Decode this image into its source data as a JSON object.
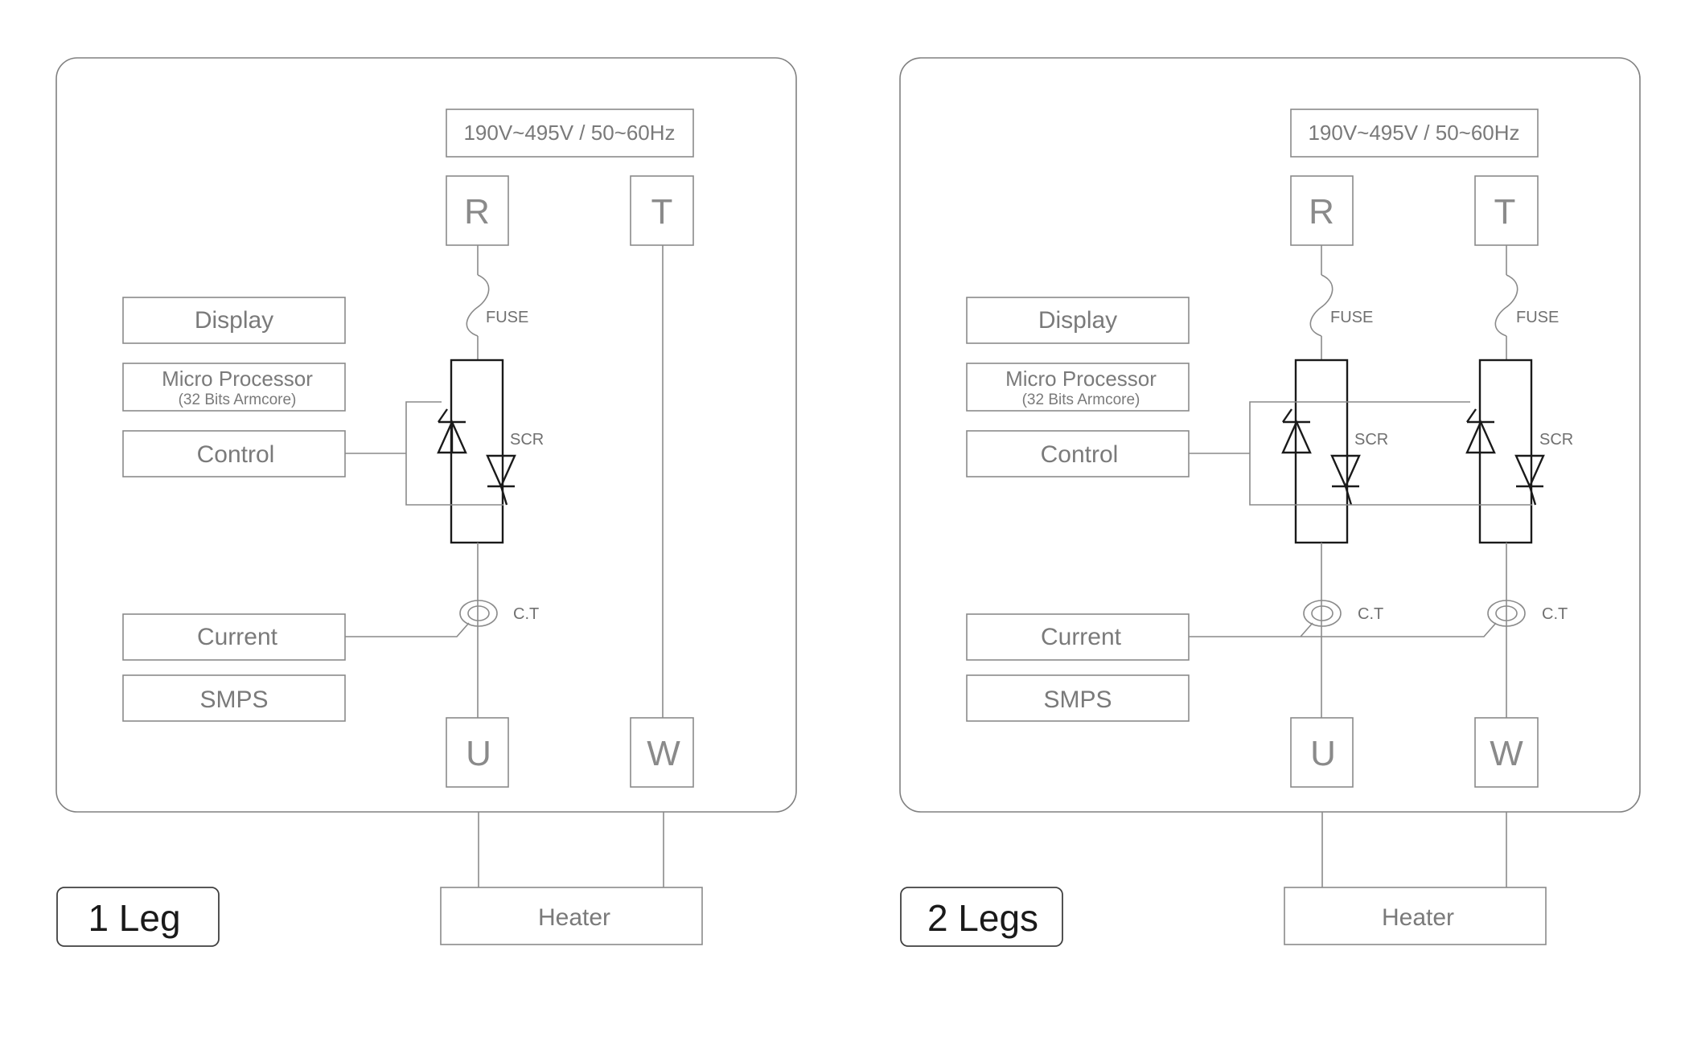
{
  "panels": [
    {
      "id": "1-leg",
      "legend": "1 Leg",
      "supply": "190V~495V / 50~60Hz",
      "terminals_in": [
        "R",
        "T"
      ],
      "terminals_out": [
        "U",
        "W"
      ],
      "modules": {
        "display": "Display",
        "micro": "Micro Processor",
        "micro_sub": "(32 Bits Armcore)",
        "control": "Control",
        "current": "Current",
        "smps": "SMPS"
      },
      "fuse_label": "FUSE",
      "scr_label": "SCR",
      "ct_label": "C.T",
      "heater": "Heater"
    },
    {
      "id": "2-legs",
      "legend": "2 Legs",
      "supply": "190V~495V / 50~60Hz",
      "terminals_in": [
        "R",
        "T"
      ],
      "terminals_out": [
        "U",
        "W"
      ],
      "modules": {
        "display": "Display",
        "micro": "Micro Processor",
        "micro_sub": "(32 Bits Armcore)",
        "control": "Control",
        "current": "Current",
        "smps": "SMPS"
      },
      "fuse_label": "FUSE",
      "scr_label": "SCR",
      "ct_label": "C.T",
      "heater": "Heater"
    }
  ]
}
